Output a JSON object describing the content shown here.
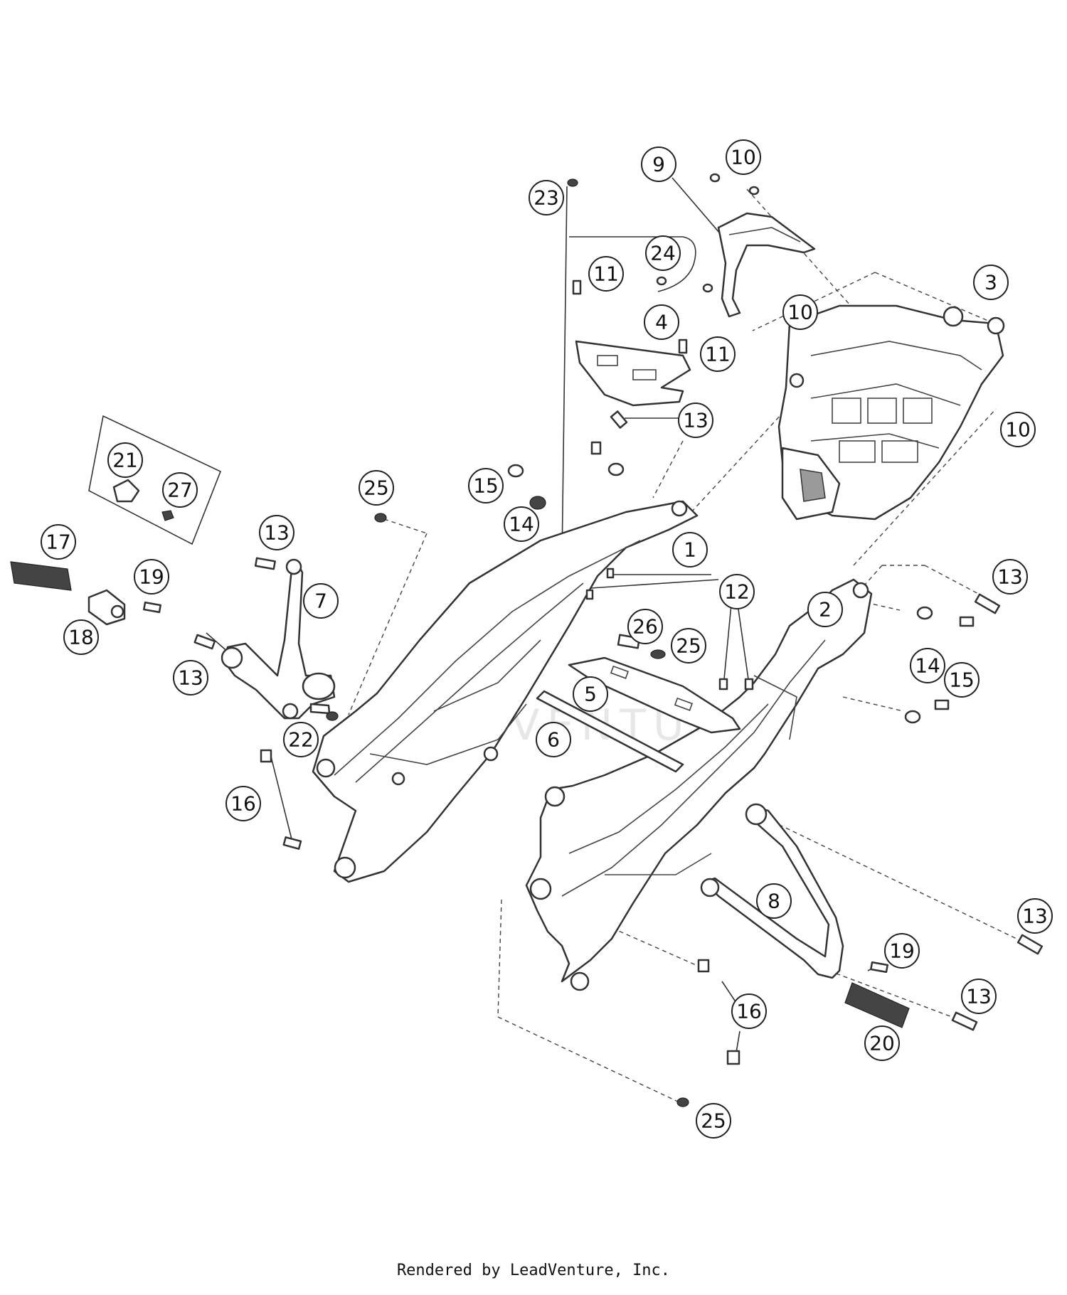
{
  "callouts": [
    {
      "id": "c1",
      "label": "1"
    },
    {
      "id": "c2",
      "label": "2"
    },
    {
      "id": "c3",
      "label": "3"
    },
    {
      "id": "c4",
      "label": "4"
    },
    {
      "id": "c5",
      "label": "5"
    },
    {
      "id": "c6",
      "label": "6"
    },
    {
      "id": "c7",
      "label": "7"
    },
    {
      "id": "c8",
      "label": "8"
    },
    {
      "id": "c9",
      "label": "9"
    },
    {
      "id": "c10a",
      "label": "10"
    },
    {
      "id": "c10b",
      "label": "10"
    },
    {
      "id": "c10c",
      "label": "10"
    },
    {
      "id": "c11a",
      "label": "11"
    },
    {
      "id": "c11b",
      "label": "11"
    },
    {
      "id": "c12",
      "label": "12"
    },
    {
      "id": "c13a",
      "label": "13"
    },
    {
      "id": "c13b",
      "label": "13"
    },
    {
      "id": "c13c",
      "label": "13"
    },
    {
      "id": "c13d",
      "label": "13"
    },
    {
      "id": "c13e",
      "label": "13"
    },
    {
      "id": "c13f",
      "label": "13"
    },
    {
      "id": "c14a",
      "label": "14"
    },
    {
      "id": "c14b",
      "label": "14"
    },
    {
      "id": "c15a",
      "label": "15"
    },
    {
      "id": "c15b",
      "label": "15"
    },
    {
      "id": "c16a",
      "label": "16"
    },
    {
      "id": "c16b",
      "label": "16"
    },
    {
      "id": "c17",
      "label": "17"
    },
    {
      "id": "c18",
      "label": "18"
    },
    {
      "id": "c19a",
      "label": "19"
    },
    {
      "id": "c19b",
      "label": "19"
    },
    {
      "id": "c20",
      "label": "20"
    },
    {
      "id": "c21",
      "label": "21"
    },
    {
      "id": "c22",
      "label": "22"
    },
    {
      "id": "c23",
      "label": "23"
    },
    {
      "id": "c24",
      "label": "24"
    },
    {
      "id": "c25a",
      "label": "25"
    },
    {
      "id": "c25b",
      "label": "25"
    },
    {
      "id": "c25c",
      "label": "25"
    },
    {
      "id": "c26",
      "label": "26"
    },
    {
      "id": "c27",
      "label": "27"
    }
  ],
  "watermark": "LEADVENTURE",
  "footer": "Rendered by LeadVenture, Inc."
}
